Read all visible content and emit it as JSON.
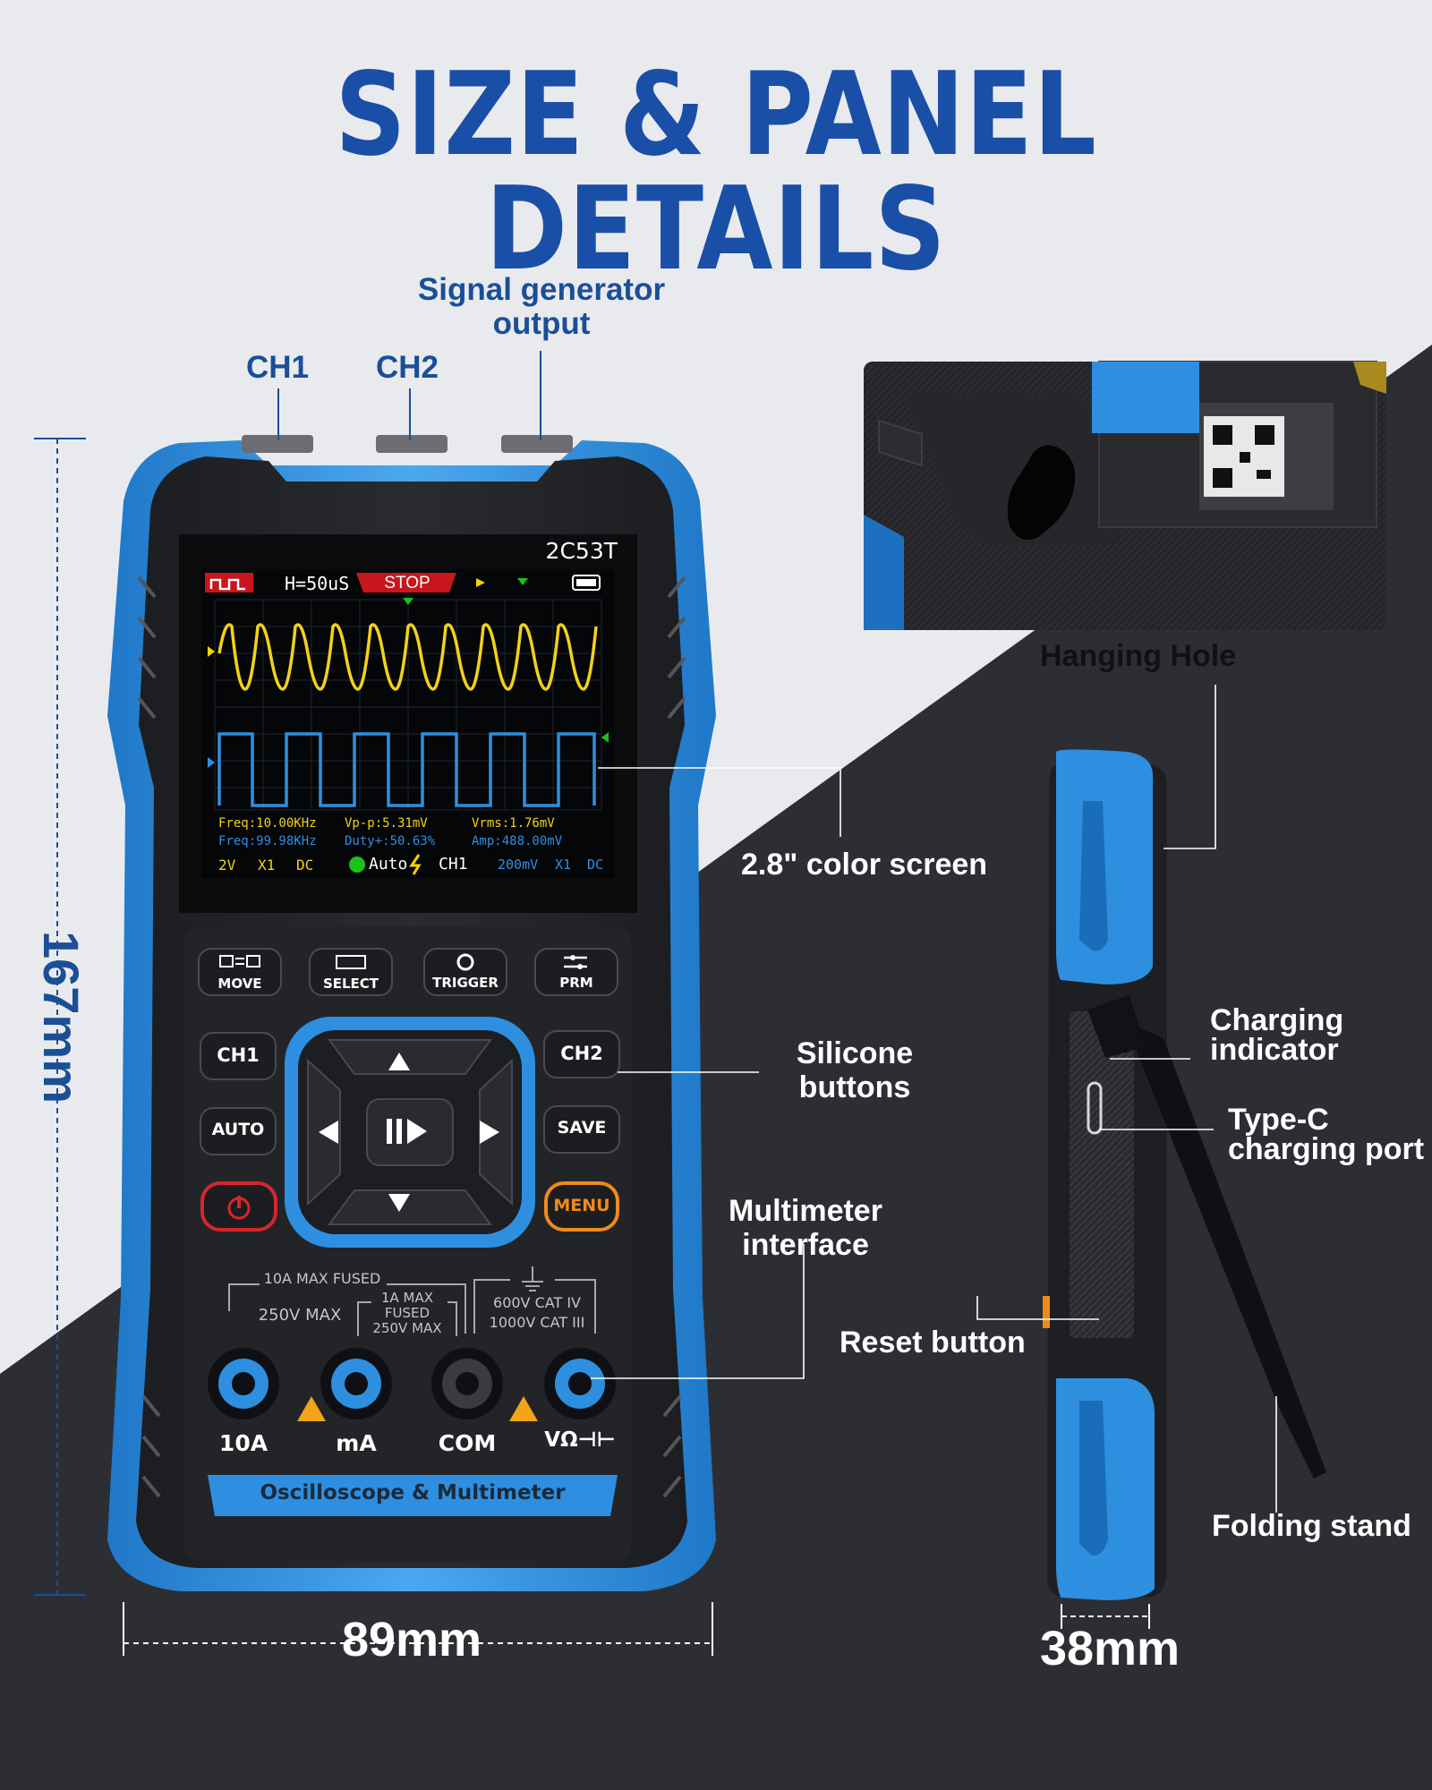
{
  "title": "SIZE & PANEL DETAILS",
  "labels": {
    "signal_generator": "Signal generator\noutput",
    "ch1": "CH1",
    "ch2": "CH2",
    "hanging_hole": "Hanging Hole",
    "color_screen": "2.8\" color screen",
    "silicone_buttons": "Silicone\nbuttons",
    "multimeter_interface": "Multimeter\ninterface",
    "reset_button": "Reset button",
    "charging_indicator": "Charging\nindicator",
    "type_c": "Type-C\ncharging port",
    "folding_stand": "Folding stand"
  },
  "dimensions": {
    "height": "167mm",
    "width": "89mm",
    "depth": "38mm"
  },
  "device": {
    "model": "2C53T",
    "brand_strip": "Oscilloscope & Multimeter",
    "screen": {
      "timebase": "H=50uS",
      "state": "STOP",
      "freq1": "Freq:10.00KHz",
      "vpp": "Vp-p:5.31mV",
      "vrms": "Vrms:1.76mV",
      "freq2": "Freq:99.98KHz",
      "duty": "Duty+:50.63%",
      "amp": "Amp:488.00mV",
      "ch1_scale": "2V",
      "ch1_probe": "X1",
      "ch1_coupling": "DC",
      "trigger_mode": "Auto",
      "trigger_source": "CH1",
      "ch2_scale": "200mV",
      "ch2_probe": "X1",
      "ch2_coupling": "DC"
    },
    "buttons": {
      "move": "MOVE",
      "select": "SELECT",
      "trigger": "TRIGGER",
      "prm": "PRM",
      "ch1": "CH1",
      "ch2": "CH2",
      "auto": "AUTO",
      "save": "SAVE",
      "menu": "MENU"
    },
    "panel": {
      "fused_10a": "10A MAX FUSED",
      "max_250v": "250V MAX",
      "fused_1a": "1A MAX\nFUSED\n250V MAX",
      "cat": "600V CAT IV\n1000V CAT III"
    },
    "jacks": [
      "10A",
      "mA",
      "COM",
      "VΩ⊣⊢"
    ]
  },
  "colors": {
    "title_blue": "#1a4fa8",
    "label_blue": "#1a4f96",
    "device_blue": "#2e8fe0",
    "dark_bg": "#2d2e33"
  }
}
